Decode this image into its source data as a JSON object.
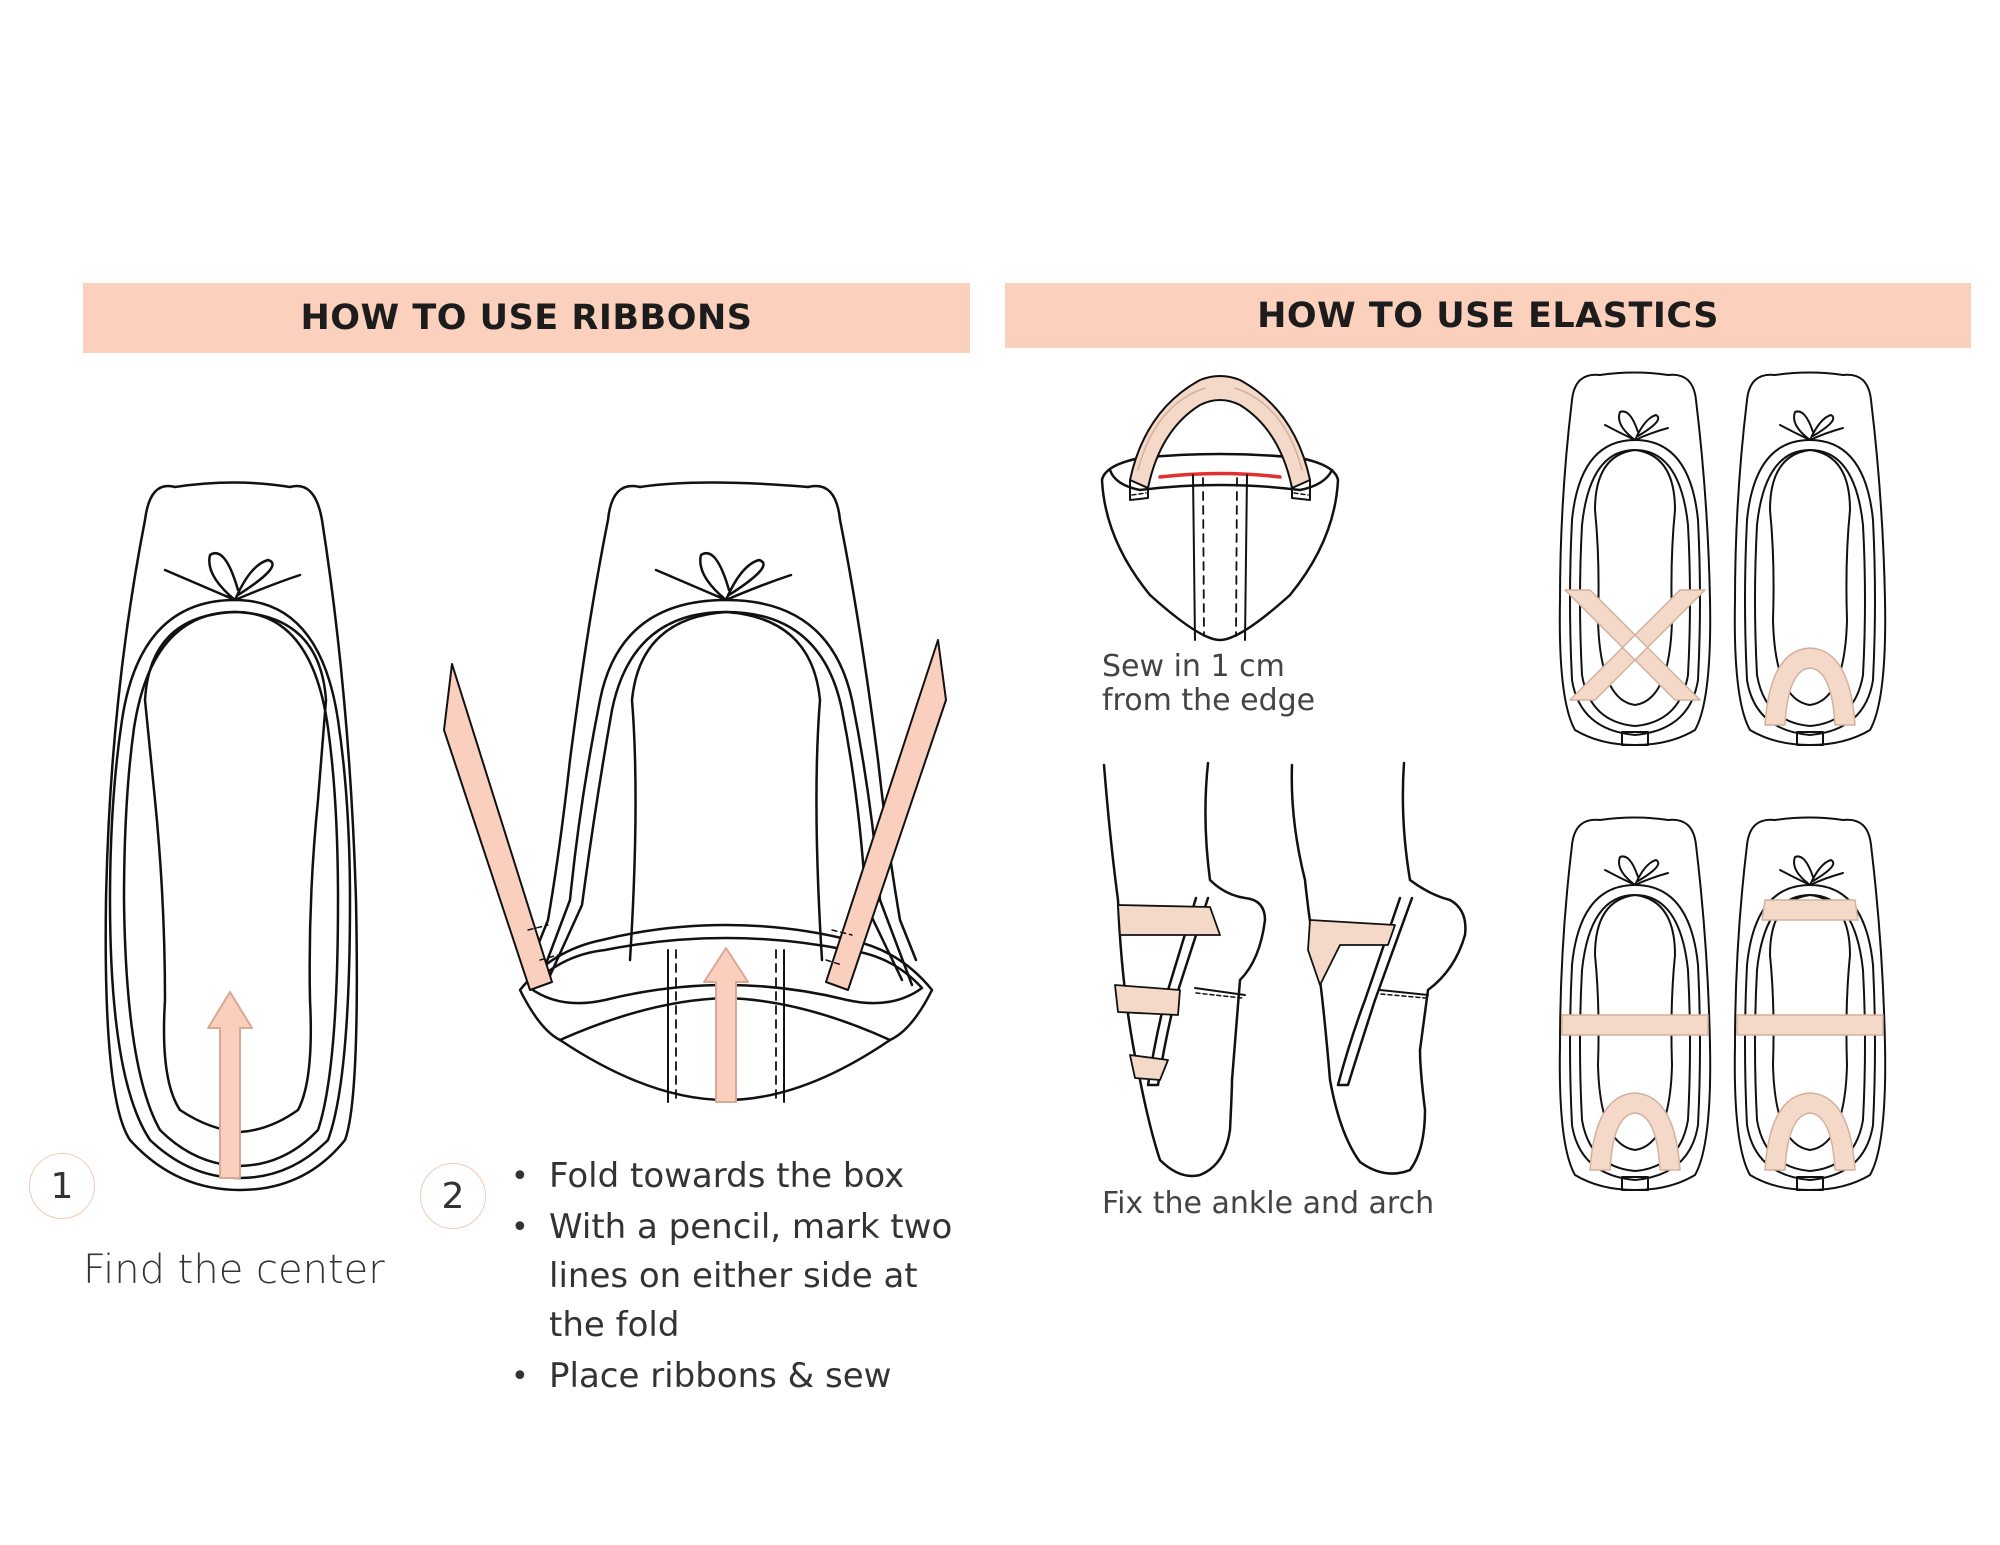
{
  "sections": {
    "ribbons": {
      "title": "HOW TO USE RIBBONS"
    },
    "elastics": {
      "title": "HOW TO USE ELASTICS"
    }
  },
  "steps": [
    {
      "number": "1",
      "caption": "Find the center"
    },
    {
      "number": "2",
      "bullets": [
        "Fold towards the box",
        "With a pencil, mark two lines on either side at the fold",
        "Place ribbons & sew"
      ]
    }
  ],
  "elastics": {
    "sew_caption_line1": "Sew in 1 cm",
    "sew_caption_line2": "from the edge",
    "fix_caption": "Fix the ankle and arch"
  },
  "colors": {
    "banner": "#fbd0bd",
    "ribbon": "#fbcfbd",
    "elastic": "#f5d9c8",
    "stitch_red": "#e0312f",
    "outline": "#111111"
  },
  "icons": [
    "ballet-shoe-icon",
    "arrow-up-icon",
    "ribbon-strip-icon",
    "shoe-heel-icon",
    "foot-en-pointe-icon"
  ]
}
